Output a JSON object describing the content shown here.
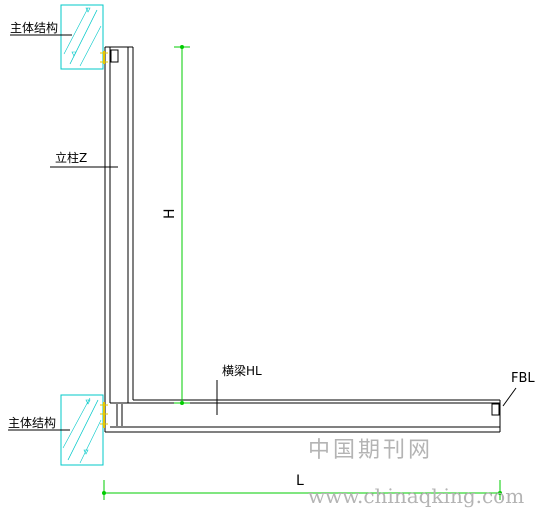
{
  "labels": {
    "main_structure_top": "主体结构",
    "main_structure_bottom": "主体结构",
    "column": "立柱Z",
    "beam": "横梁HL",
    "base": "FBL",
    "dim_height": "H",
    "dim_length": "L"
  },
  "watermark": {
    "line1": "中国期刊网",
    "line2": "www.chinaqking.com"
  },
  "colors": {
    "line": "#000000",
    "concrete": "#00c8c8",
    "dimension": "#00cc00",
    "anchor": "#e6c800",
    "watermark": "#b4b4b4"
  }
}
